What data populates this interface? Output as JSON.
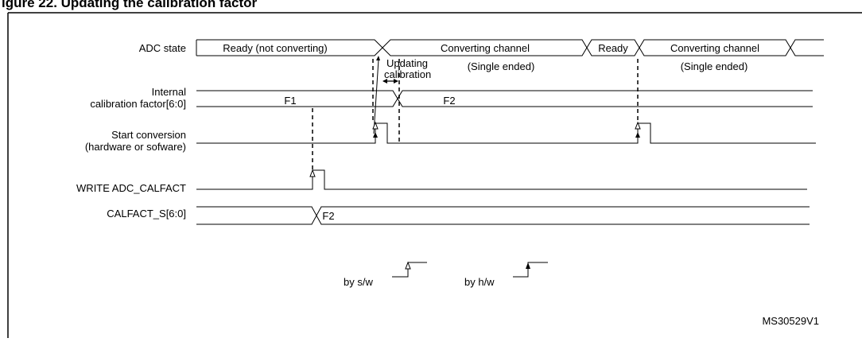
{
  "header": {
    "title": "igure 22. Updating the calibration factor"
  },
  "signals": {
    "adc_state": "ADC state",
    "internal_cal_line1": "Internal",
    "internal_cal_line2": "calibration factor[6:0]",
    "start_conv_line1": "Start conversion",
    "start_conv_line2": "(hardware or sofware)",
    "write_calfact": "WRITE ADC_CALFACT",
    "calfact_s": "CALFACT_S[6:0]"
  },
  "states": {
    "ready_not_converting": "Ready (not converting)",
    "converting_1": "Converting channel",
    "ready": "Ready",
    "converting_2": "Converting channel",
    "single_ended_1": "(Single ended)",
    "single_ended_2": "(Single ended)"
  },
  "values": {
    "cal_f1": "F1",
    "cal_f2": "F2",
    "calfact_f2": "F2"
  },
  "annotations": {
    "updating_line1": "Updating",
    "updating_line2": "calibration"
  },
  "legend": {
    "by_sw": "by s/w",
    "by_hw": "by h/w"
  },
  "footer": {
    "ref": "MS30529V1"
  }
}
